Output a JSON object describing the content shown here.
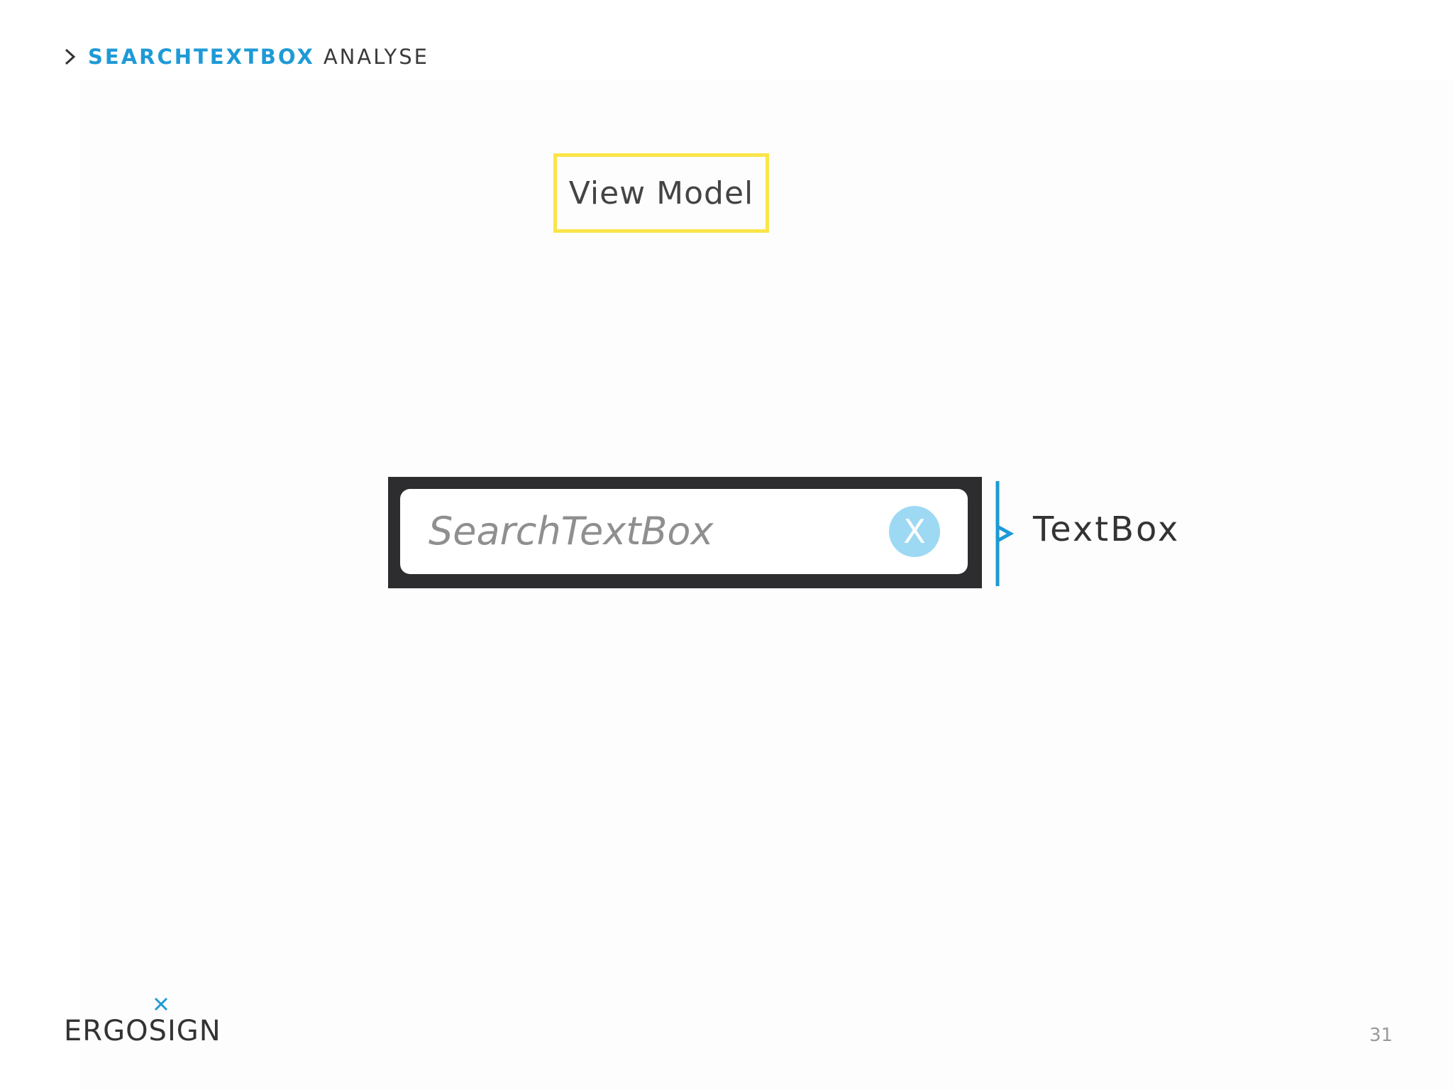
{
  "breadcrumb": {
    "icon": "chevron-right-icon",
    "strong": "SEARCHTEXTBOX",
    "light": "ANALYSE"
  },
  "view_model": {
    "label": "View Model",
    "border_color": "#fbe548"
  },
  "search_textbox": {
    "value": "SearchTextBox",
    "clear_button_label": "X",
    "clear_button_color": "#9dd9f3",
    "frame_color": "#2d2d2f"
  },
  "annotation": {
    "label": "TextBox",
    "brace_color": "#1e9ad6"
  },
  "footer": {
    "logo_text": "ERGOSIGN",
    "logo_mark": "x-mark-icon",
    "page_number": "31"
  },
  "colors": {
    "accent": "#1e9ad6",
    "highlight": "#fbe548"
  }
}
